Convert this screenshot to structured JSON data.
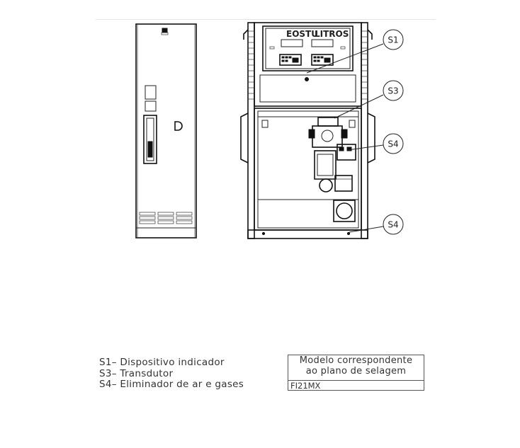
{
  "callouts": [
    {
      "id": "c1",
      "label": "S1"
    },
    {
      "id": "c2",
      "label": "S3"
    },
    {
      "id": "c3",
      "label": "S4"
    },
    {
      "id": "c4",
      "label": "S4"
    }
  ],
  "display": {
    "left_label": "EOSTU",
    "right_label": "LITROS"
  },
  "legend": [
    "S1– Dispositivo indicador",
    "S3– Transdutor",
    "S4– Eliminador de ar e gases"
  ],
  "model": {
    "title_line1": "Modelo correspondente",
    "title_line2": "ao plano de selagem",
    "code": "FI21MX"
  }
}
